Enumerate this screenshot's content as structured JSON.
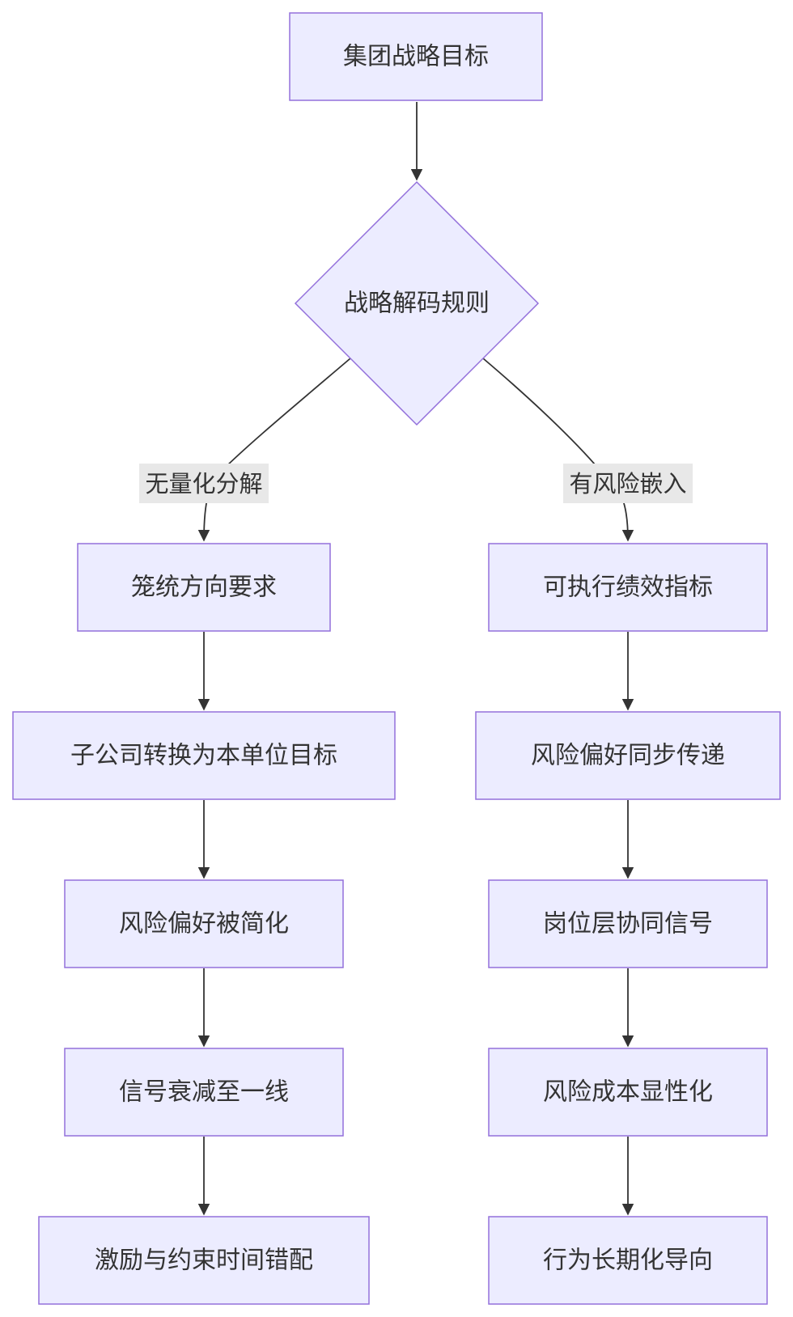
{
  "nodes": {
    "root": "集团战略目标",
    "decision": "战略解码规则",
    "l1": "笼统方向要求",
    "l2": "子公司转换为本单位目标",
    "l3": "风险偏好被简化",
    "l4": "信号衰减至一线",
    "l5": "激励与约束时间错配",
    "r1": "可执行绩效指标",
    "r2": "风险偏好同步传递",
    "r3": "岗位层协同信号",
    "r4": "风险成本显性化",
    "r5": "行为长期化导向"
  },
  "edge_labels": {
    "left": "无量化分解",
    "right": "有风险嵌入"
  },
  "colors": {
    "node_fill": "#ECECFF",
    "node_stroke": "#9370DB",
    "edge": "#333333",
    "edge_label_bg": "#E8E8E8"
  }
}
